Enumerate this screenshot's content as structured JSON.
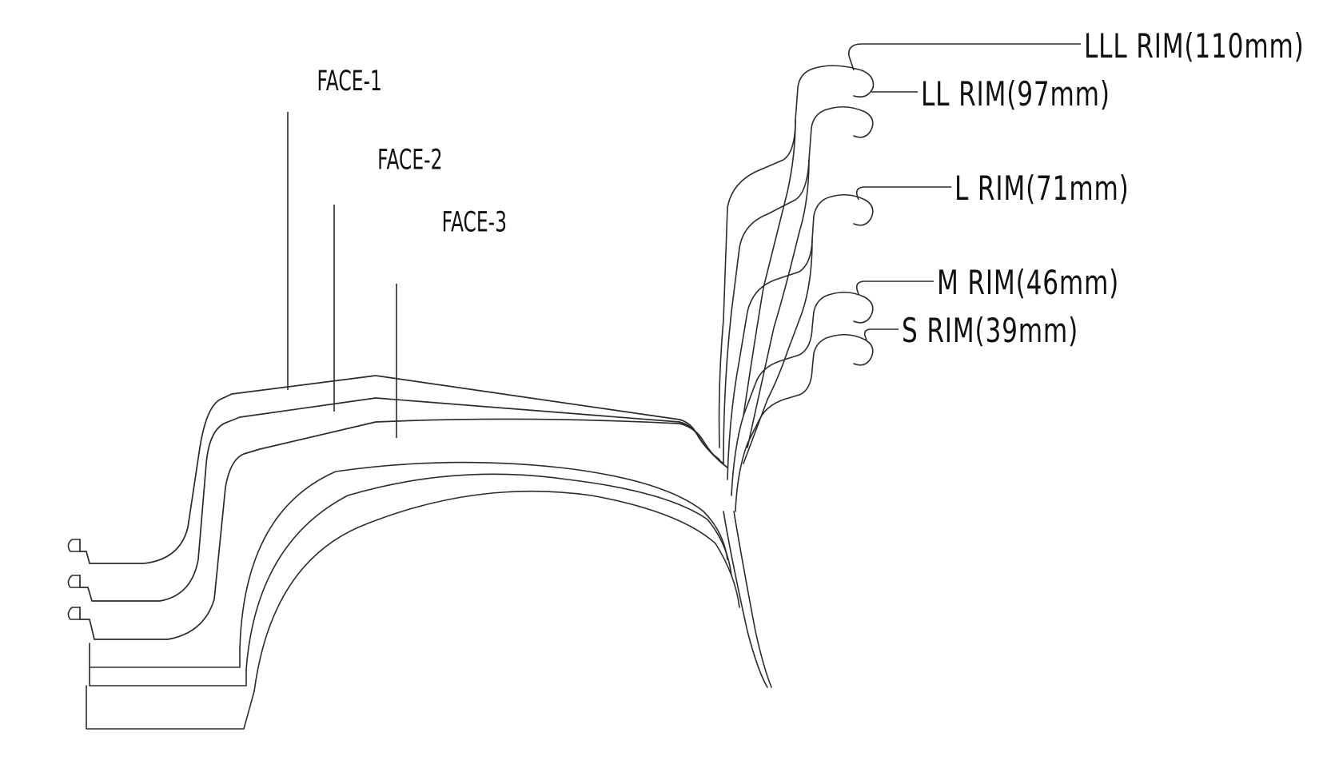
{
  "faces": [
    {
      "id": "face-1",
      "label": "FACE-1"
    },
    {
      "id": "face-2",
      "label": "FACE-2"
    },
    {
      "id": "face-3",
      "label": "FACE-3"
    }
  ],
  "rims": [
    {
      "id": "lll-rim",
      "label": "LLL RIM(110mm)"
    },
    {
      "id": "ll-rim",
      "label": "LL RIM(97mm)"
    },
    {
      "id": "l-rim",
      "label": "L RIM(71mm)"
    },
    {
      "id": "m-rim",
      "label": "M RIM(46mm)"
    },
    {
      "id": "s-rim",
      "label": "S RIM(39mm)"
    }
  ]
}
